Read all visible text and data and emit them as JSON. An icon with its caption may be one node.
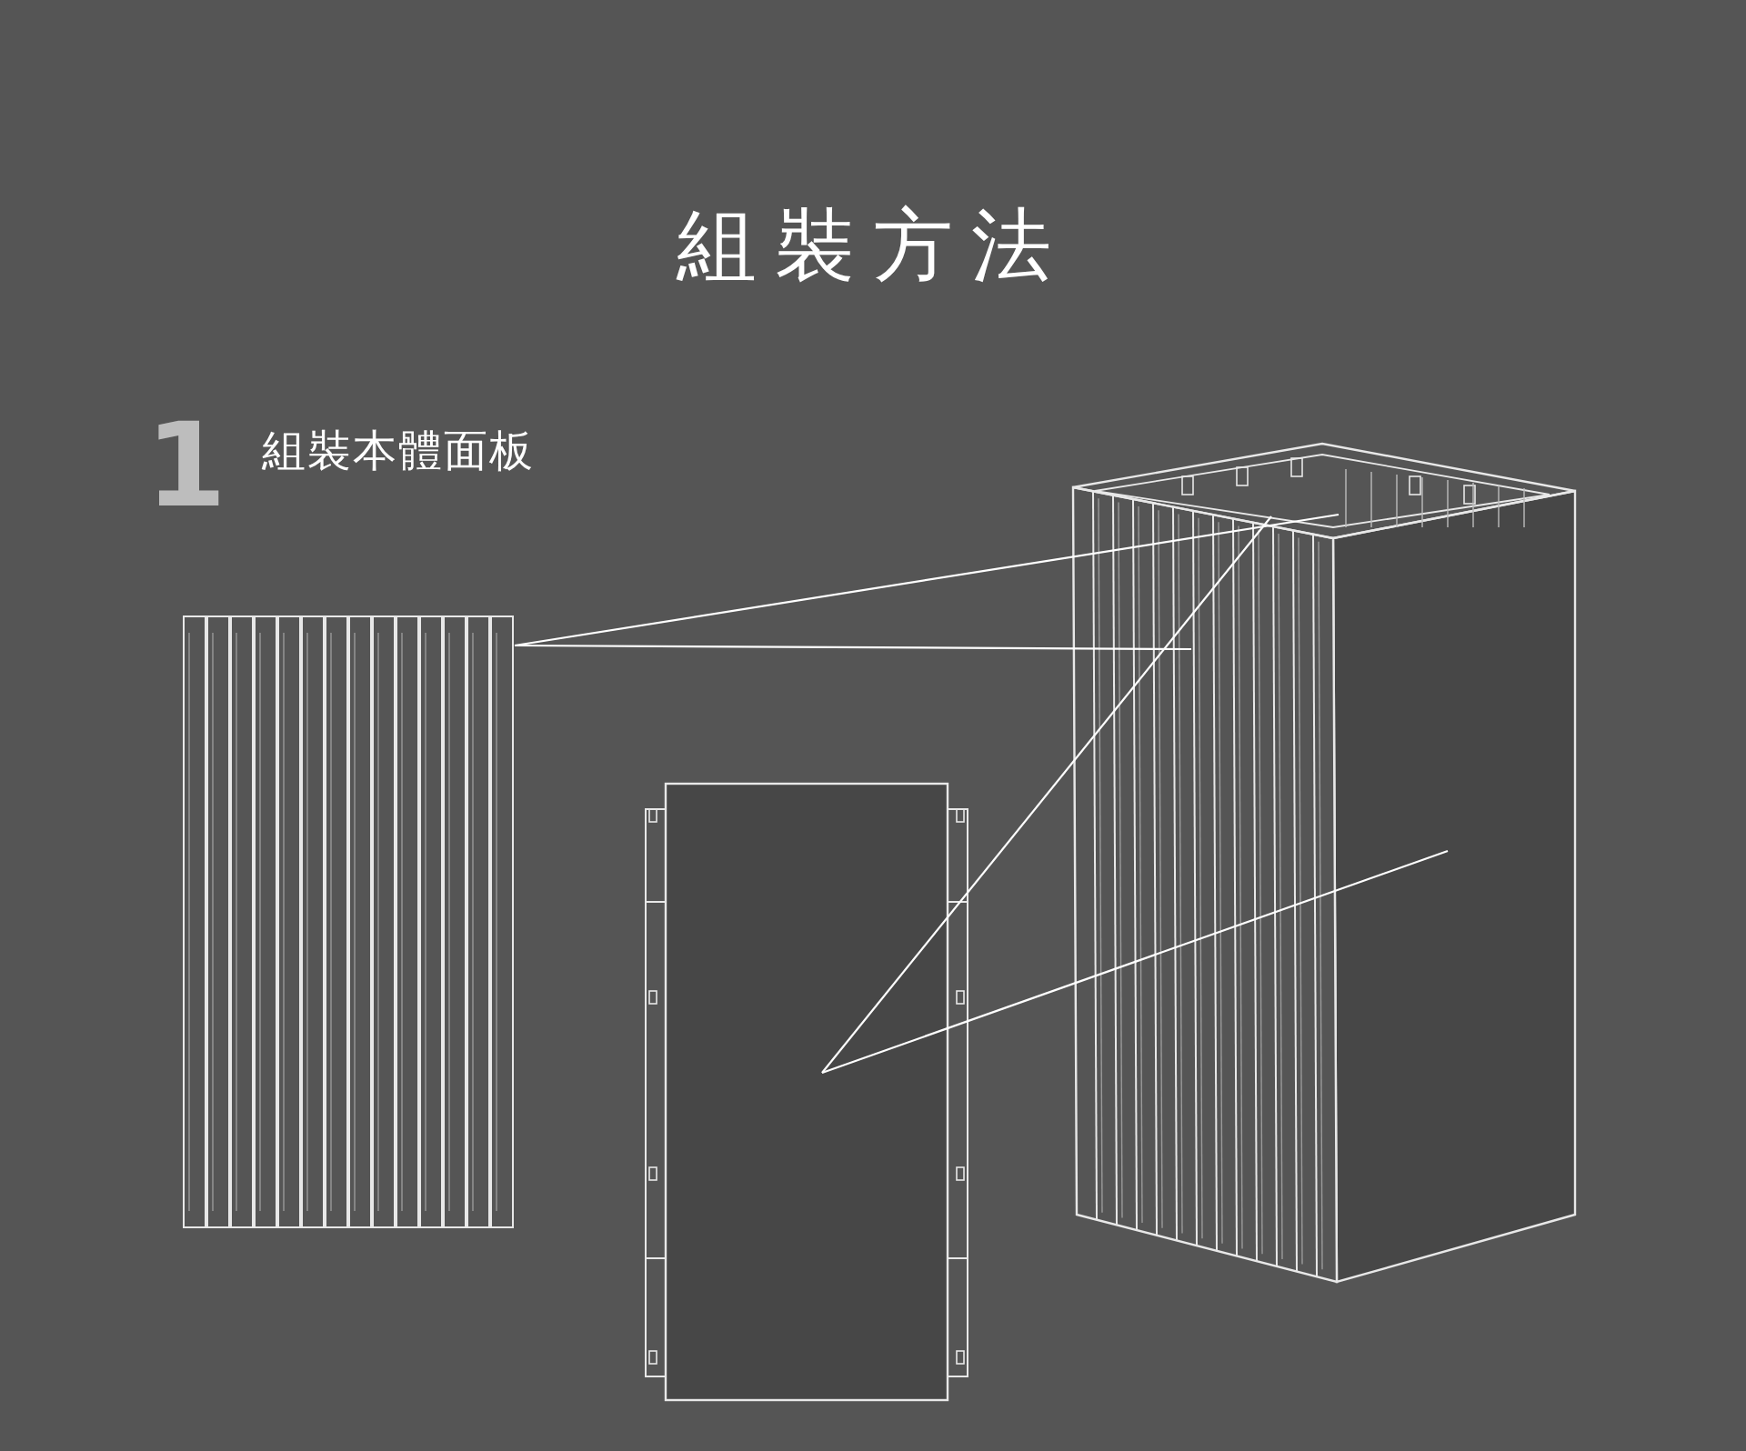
{
  "diagram": {
    "title": "組裝方法",
    "nodes": [
      {
        "text": [],
        "shape": "picture"
      },
      {
        "text": [],
        "shape": "picture"
      },
      {
        "text": [],
        "shape": "picture"
      }
    ],
    "edges": [
      {
        "from": 0,
        "to": 2,
        "arrow": "none"
      },
      {
        "from": 0,
        "to": 2,
        "arrow": "none"
      },
      {
        "from": 1,
        "to": 2,
        "arrow": "none"
      },
      {
        "from": 1,
        "to": 2,
        "arrow": "none"
      }
    ],
    "labels": [
      "1",
      "組裝本體面板"
    ]
  }
}
